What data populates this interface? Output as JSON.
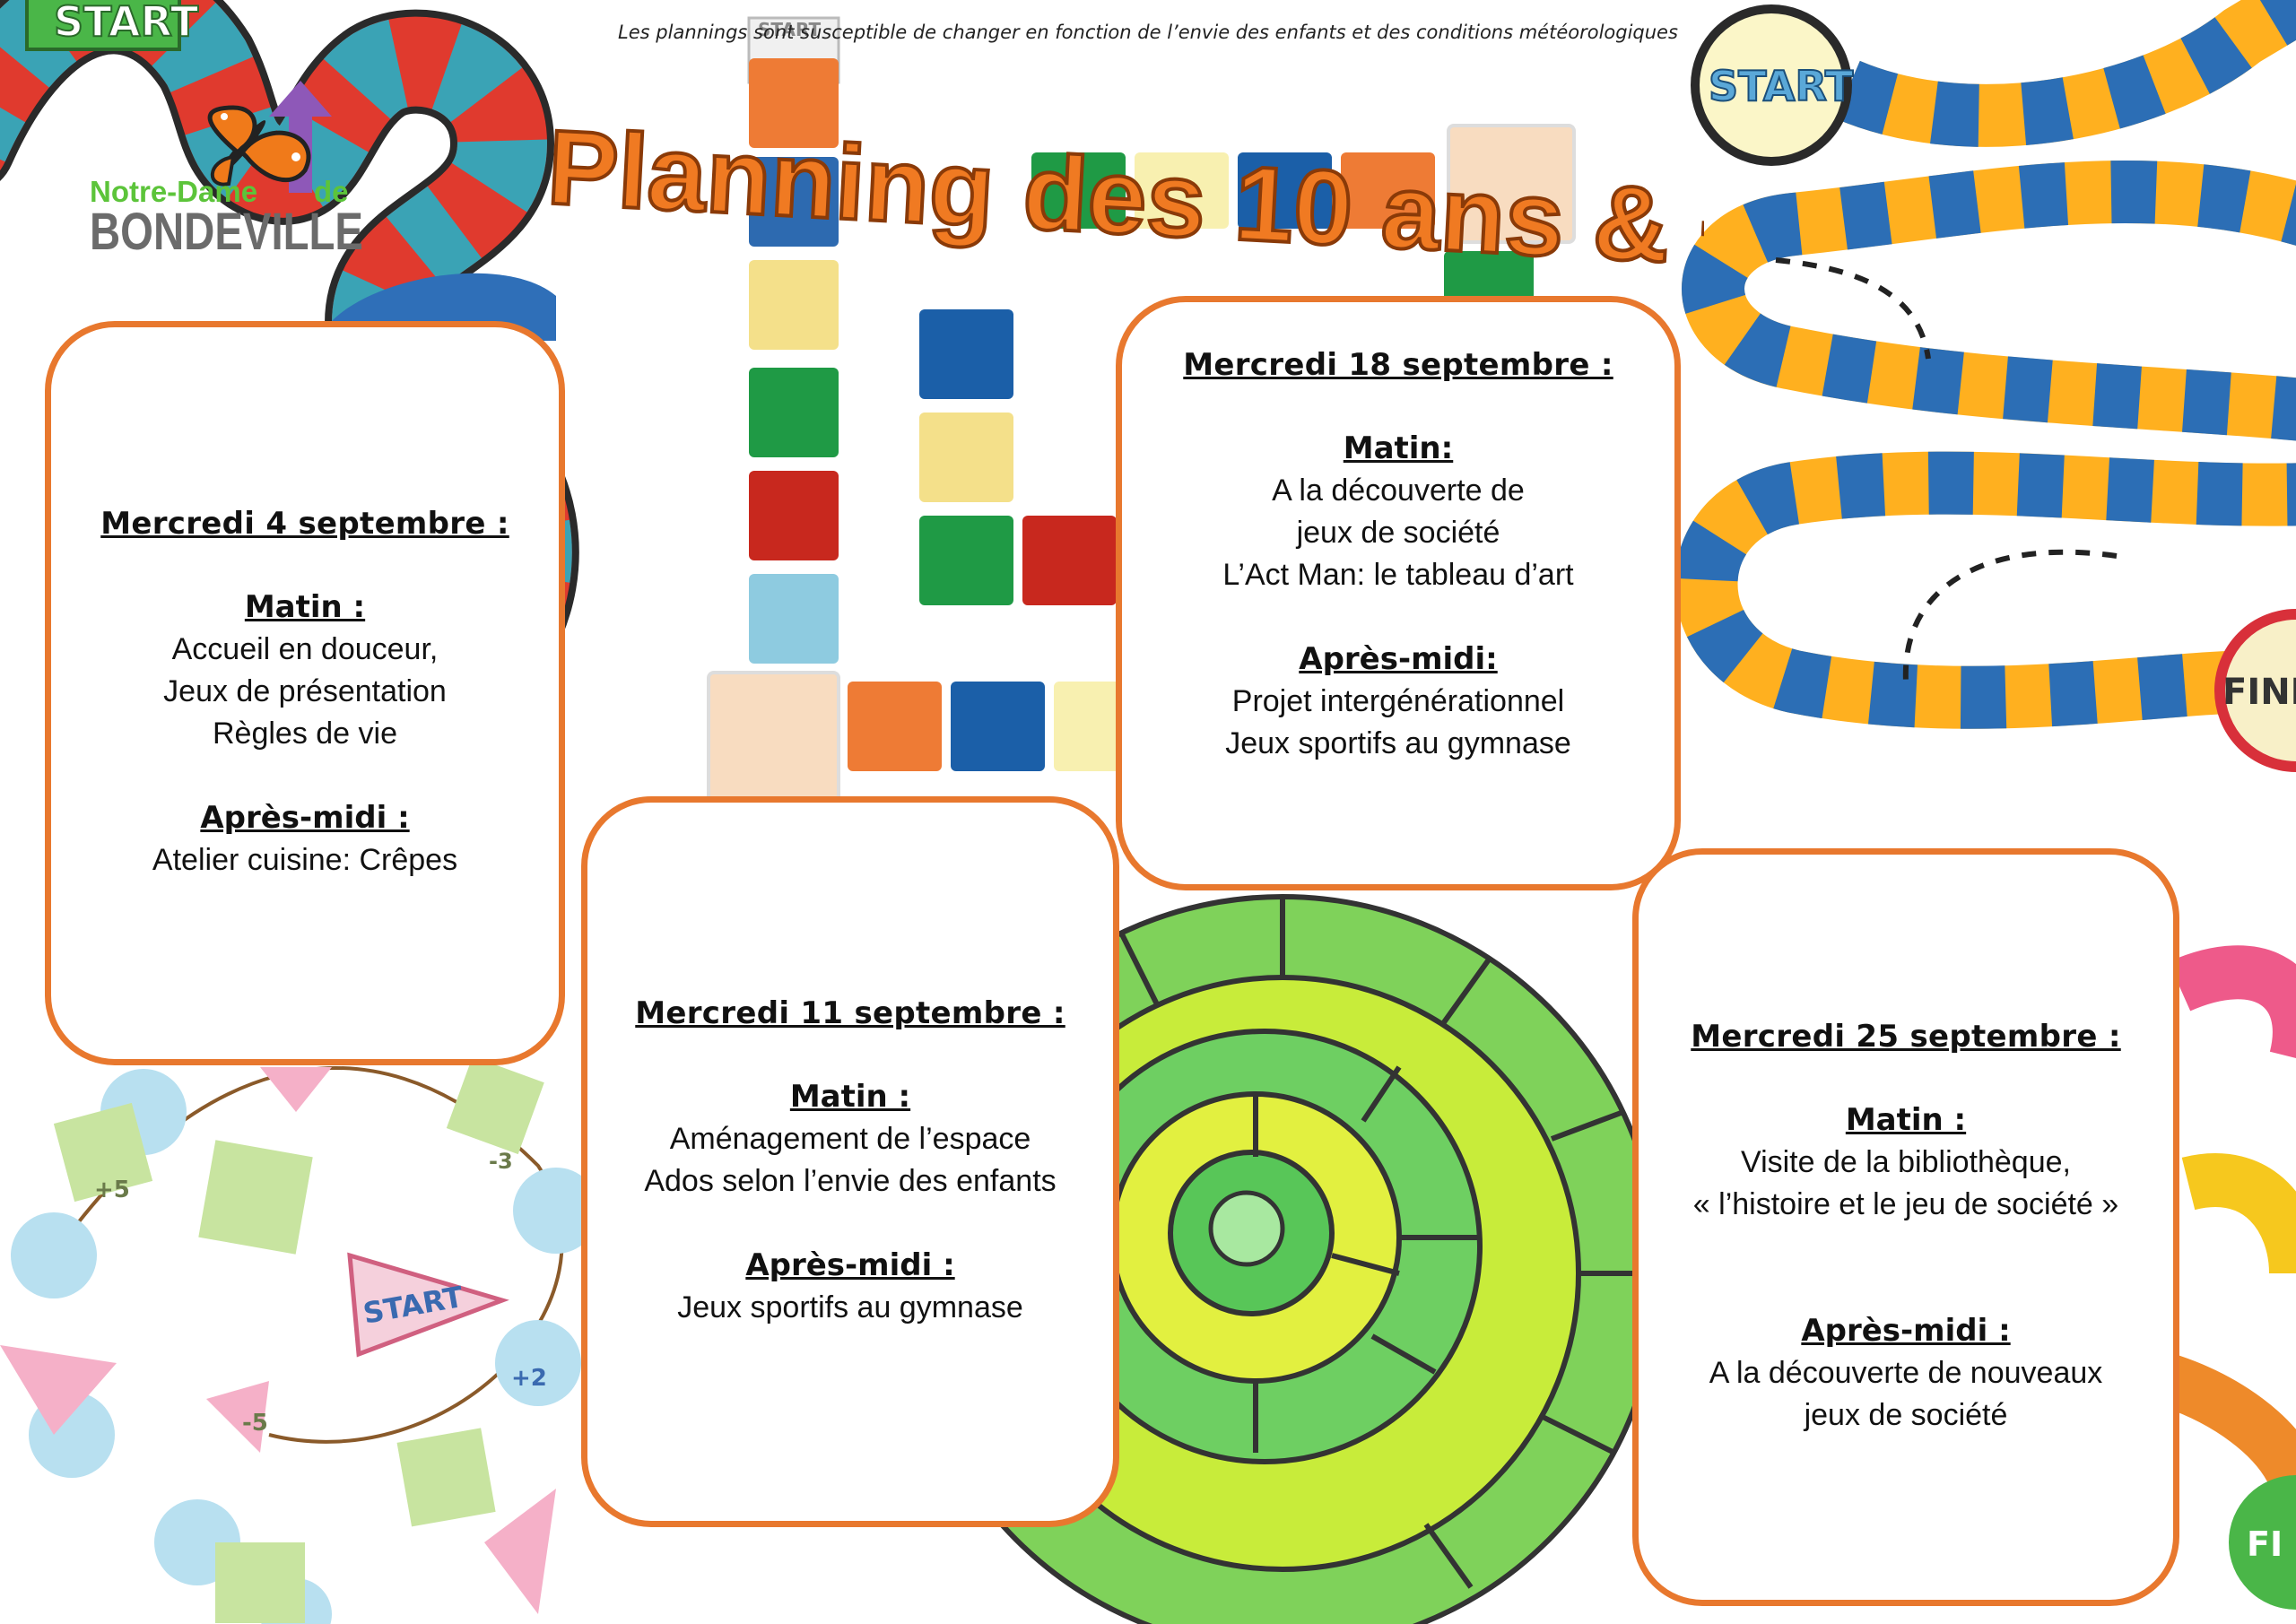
{
  "note": "Les plannings sont susceptible de  changer en fonction de l’envie des enfants et des conditions météorologiques",
  "title": "Planning des 10 ans & +",
  "logo": {
    "line1": "Notre-Dame",
    "line2": "de",
    "line3": "BONDEVILLE",
    "icon": "butterfly-icon"
  },
  "decor": {
    "start1": "START",
    "start2": "START",
    "start3": "START",
    "finish1": "FINI",
    "finish2": "FI",
    "board_top": "START",
    "plus5": "+5",
    "minus5": "-5",
    "plus2": "+2",
    "minus3": "-3"
  },
  "colors": {
    "card_border": "#e8782e",
    "title_fill": "#f07a22",
    "title_stroke": "#8a3a08",
    "logo_green": "#5cc43a",
    "logo_gray": "#6b6b6b"
  },
  "cards": [
    {
      "date": "Mercredi 4 septembre :",
      "matin_label": "Matin :",
      "matin": [
        "Accueil en douceur,",
        "Jeux de présentation",
        "Règles de vie"
      ],
      "aprem_label": "Après-midi :",
      "aprem": [
        "Atelier cuisine: Crêpes"
      ]
    },
    {
      "date": "Mercredi 11 septembre :",
      "matin_label": "Matin :",
      "matin": [
        "Aménagement de l’espace",
        "Ados selon l’envie des enfants"
      ],
      "aprem_label": "Après-midi :",
      "aprem": [
        "Jeux sportifs au gymnase"
      ]
    },
    {
      "date": "Mercredi 18 septembre :",
      "matin_label": "Matin:",
      "matin": [
        "A la découverte de",
        "jeux de société",
        "L’Act Man: le tableau d’art"
      ],
      "aprem_label": "Après-midi:",
      "aprem": [
        "Projet intergénérationnel",
        "Jeux sportifs au gymnase"
      ]
    },
    {
      "date": "Mercredi 25 septembre :",
      "matin_label": "Matin :",
      "matin": [
        "Visite de la bibliothèque,",
        "« l’histoire et le jeu de société »"
      ],
      "aprem_label": "Après-midi :",
      "aprem": [
        "A la découverte de nouveaux",
        "jeux de société"
      ]
    }
  ]
}
